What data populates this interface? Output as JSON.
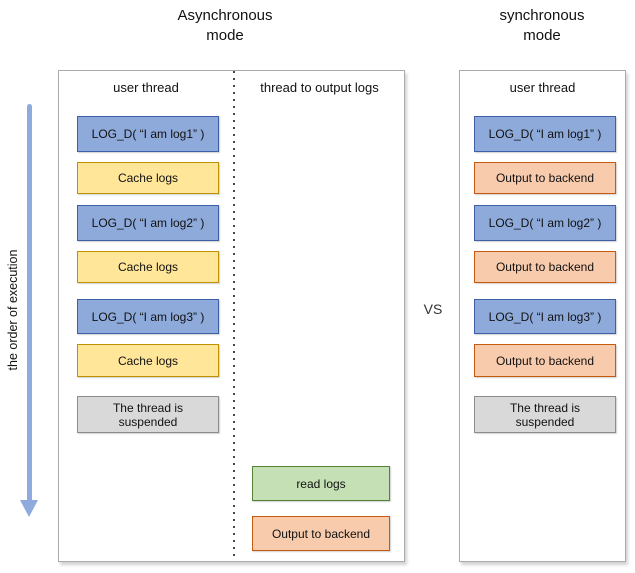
{
  "titles": {
    "left": "Asynchronous\nmode",
    "right": "synchronous\nmode"
  },
  "vs_label": "VS",
  "axis": {
    "label": "the order of execution"
  },
  "left_panel": {
    "user_thread_header": "user thread",
    "output_thread_header": "thread to output logs",
    "boxes": [
      "LOG_D( “I am log1” )",
      "Cache logs",
      "LOG_D( “I am log2” )",
      "Cache logs",
      "LOG_D( “I am log3” )",
      "Cache logs",
      "The thread is\nsuspended"
    ],
    "output_boxes": [
      "read logs",
      "Output to backend"
    ]
  },
  "right_panel": {
    "header": "user thread",
    "boxes": [
      "LOG_D( “I am log1” )",
      "Output to backend",
      "LOG_D( “I am log2” )",
      "Output to backend",
      "LOG_D( “I am log3” )",
      "Output to backend",
      "The thread is\nsuspended"
    ]
  },
  "colors": {
    "log_call_fill": "#8EAADB",
    "log_call_border": "#3C5FA7",
    "cache_fill": "#FFE699",
    "cache_border": "#BF9000",
    "output_fill": "#F8CBAD",
    "output_border": "#C55A11",
    "read_fill": "#C5E0B4",
    "read_border": "#538135",
    "suspended_fill": "#D9D9D9",
    "suspended_border": "#8C8C8C",
    "arrow": "#8FAADC"
  }
}
